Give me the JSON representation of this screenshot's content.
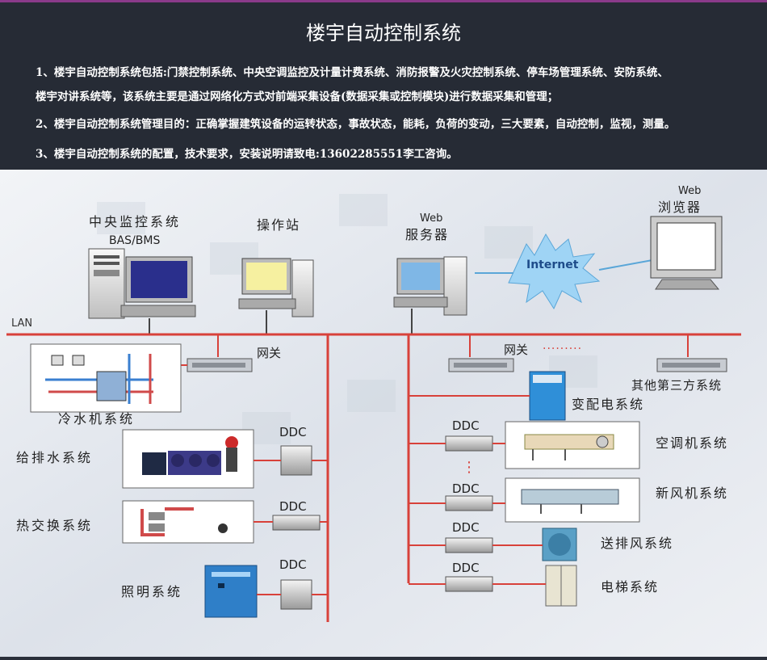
{
  "header": {
    "title": "楼宇自动控制系统",
    "para1_line1": "1、楼宇自动控制系统包括:门禁控制系统、中央空调监控及计量计费系统、消防报警及火灾控制系统、停车场管理系统、安防系统、",
    "para1_line2": "楼宇对讲系统等，该系统主要是通过网络化方式对前端采集设备(数据采集或控制模块)进行数据采集和管理；",
    "para2": "2、楼宇自动控制系统管理目的：正确掌握建筑设备的运转状态，事故状态，能耗，负荷的变动，三大要素，自动控制，监视，测量。",
    "para3": "3、楼宇自动控制系统的配置，技术要求，安装说明请致电:13602285551李工咨询。"
  },
  "diagram": {
    "central_line1": "中央监控系统",
    "central_line2": "BAS/BMS",
    "operator": "操作站",
    "web_server_line1": "Web",
    "web_server_line2": "服务器",
    "internet": "Internet",
    "web_browser_line1": "Web",
    "web_browser_line2": "浏览器",
    "lan": "LAN",
    "gateway_left": "网关",
    "gateway_right": "网关",
    "gateway_dots": "·········",
    "third_party": "其他第三方系统",
    "substation": "变配电系统",
    "chiller": "冷水机系统",
    "water": "给排水系统",
    "heat_exchange": "热交换系统",
    "lighting": "照明系统",
    "ac": "空调机系统",
    "fresh_air": "新风机系统",
    "ventilation": "送排风系统",
    "elevator": "电梯系统",
    "ddc": "DDC",
    "vertical_dots": "⋮"
  },
  "colors": {
    "lan_line": "#d8413a",
    "header_bg": "#262b35",
    "diagram_bg": "#e4e8ee"
  }
}
